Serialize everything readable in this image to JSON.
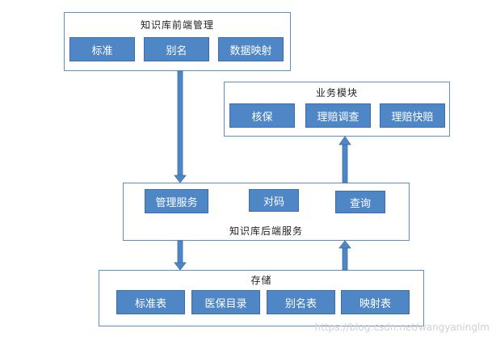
{
  "frontend": {
    "title": "知识库前端管理",
    "items": [
      "标准",
      "别名",
      "数据映射"
    ]
  },
  "business": {
    "title": "业务模块",
    "items": [
      "核保",
      "理赔调查",
      "理赔快赔"
    ]
  },
  "backend": {
    "title": "知识库后端服务",
    "items": [
      "管理服务",
      "对码",
      "查询"
    ]
  },
  "storage": {
    "title": "存储",
    "items": [
      "标准表",
      "医保目录",
      "别名表",
      "映射表"
    ]
  },
  "watermark": "https://blog.csdn.net/wangyaninglm",
  "colors": {
    "box": "#4f86c6",
    "border": "#5b8fce",
    "arrow": "#3f74b8"
  }
}
